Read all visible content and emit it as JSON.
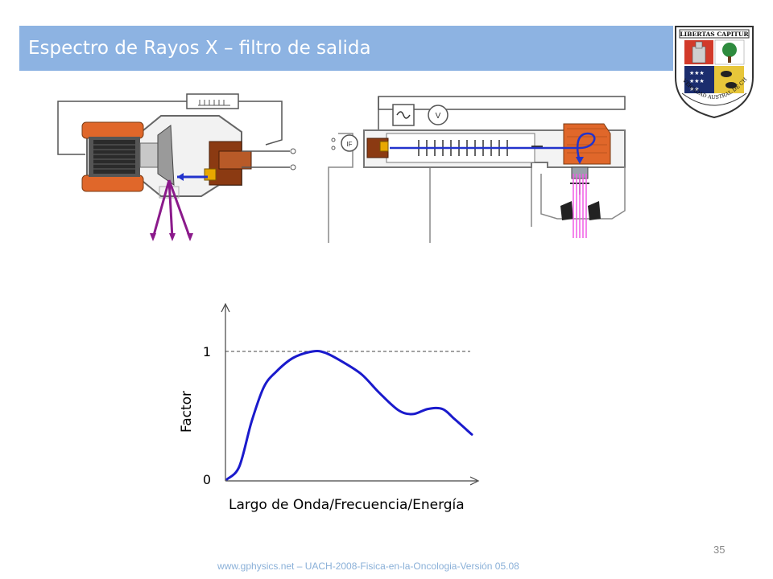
{
  "slide": {
    "title": "Espectro de Rayos X – filtro de salida",
    "footer": "www.gphysics.net – UACH-2008-Fisica-en-la-Oncologia-Versión 05.08",
    "page_number": "35"
  },
  "crest": {
    "motto": "LIBERTAS CAPITUR",
    "banner": "UNIVERSIDAD AUSTRAL DE CHILE"
  },
  "diagram": {
    "meter_label_current": "IF",
    "meter_label_voltage": "V"
  },
  "chart_data": {
    "type": "line",
    "xlabel": "Largo de Onda/Frecuencia/Energía",
    "ylabel": "Factor",
    "y_ticks": [
      "0",
      "1"
    ],
    "ylim": [
      0,
      1
    ],
    "reference_line": {
      "y": 1,
      "style": "dashed"
    },
    "series": [
      {
        "x": [
          0.0,
          0.05,
          0.1,
          0.15,
          0.2,
          0.27,
          0.35,
          0.4,
          0.47,
          0.55,
          0.62,
          0.7,
          0.76,
          0.82,
          0.88,
          0.93,
          1.0
        ],
        "y": [
          0.0,
          0.1,
          0.45,
          0.72,
          0.84,
          0.95,
          1.0,
          0.99,
          0.92,
          0.82,
          0.68,
          0.54,
          0.51,
          0.55,
          0.55,
          0.47,
          0.35
        ]
      }
    ],
    "colors": {
      "line": "#1a1acc",
      "axes": "#444444"
    }
  }
}
